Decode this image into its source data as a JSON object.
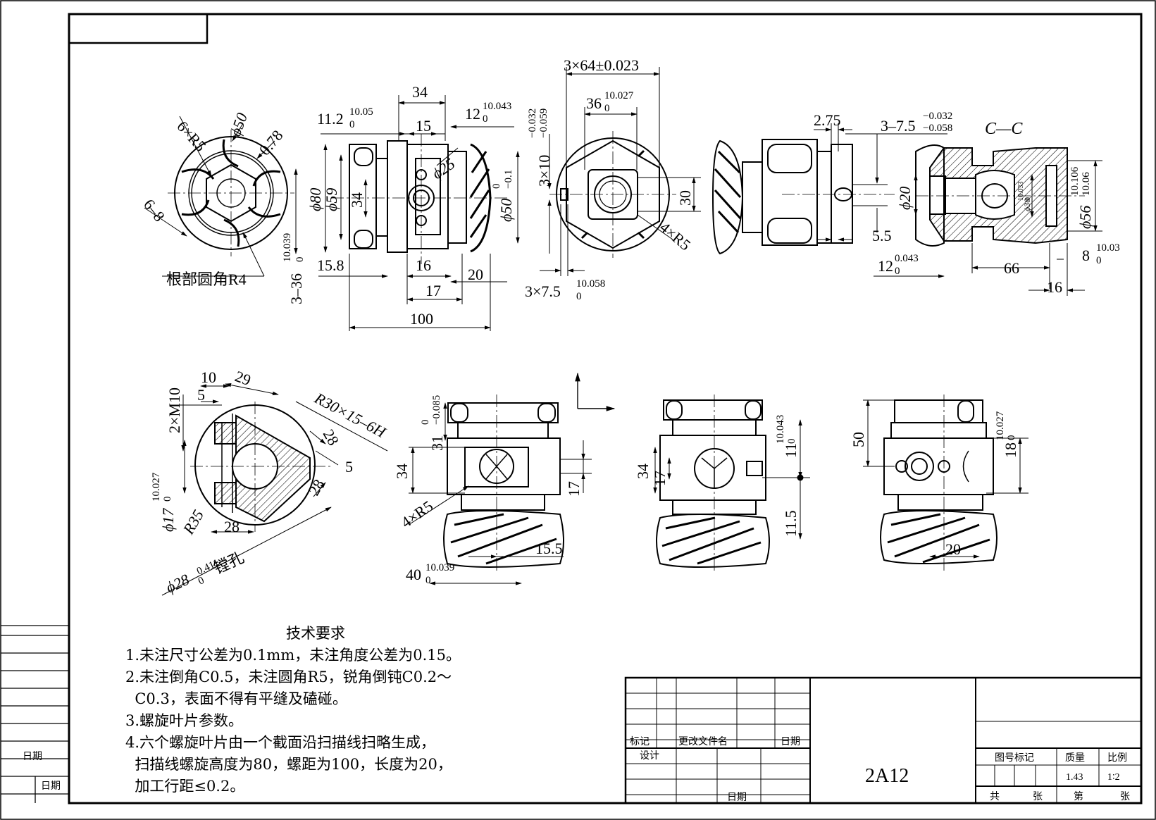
{
  "technical_requirements": {
    "title": "技术要求",
    "lines": [
      "1.未注尺寸公差为0.1mm，未注角度公差为0.15。",
      "2.未注倒角C0.5，未注圆角R5，锐角倒钝C0.2～",
      "  C0.3，表面不得有平缝及磕碰。",
      "3.螺旋叶片参数。",
      "4.六个螺旋叶片由一个截面沿扫描线扫略生成，",
      "  扫描线螺旋高度为80，螺距为100，长度为20，",
      "  加工行距≤0.2。"
    ]
  },
  "title_block": {
    "col_mark": "标记",
    "col_change_doc": "更改文件名",
    "col_date": "日期",
    "row_design": "设计",
    "row_date_bottom": "日期",
    "material": "2A12",
    "drawing_mark": "图号标记",
    "mass_label": "质量",
    "scale_label": "比例",
    "mass_value": "1.43",
    "scale_value": "1∶2",
    "total": "共",
    "sheets_a": "张",
    "sheet_no": "第",
    "sheets_b": "张"
  },
  "left_margin": {
    "date_1": "日期",
    "date_2": "日期"
  },
  "section_label": "C—C",
  "dims": {
    "v1": [
      "6×R5",
      "ϕ50",
      "0.78",
      "6–8",
      "根部圆角R4",
      "3–36",
      "10.039",
      "0"
    ],
    "v2": [
      "34",
      "11.2",
      "10.05",
      "0",
      "15",
      "12",
      "10.043",
      "0",
      "ϕ25",
      "ϕ80",
      "ϕ59",
      "34",
      "15.8",
      "16",
      "17",
      "20",
      "100",
      "ϕ50",
      "0",
      "−0.1"
    ],
    "v3": [
      "3×64±0.023",
      "36",
      "10.027",
      "0",
      "3×10",
      "−0.032",
      "−0.059",
      "30",
      "4×R5",
      "3×7.5",
      "10.058",
      "0"
    ],
    "v4": [
      "2.75",
      "3–7.5",
      "−0.032",
      "−0.058",
      "5.5"
    ],
    "v5": [
      "ϕ20",
      "ϕ56",
      "10.106",
      "10.06",
      "12",
      "0.043",
      "0",
      "66",
      "8",
      "10.03",
      "0",
      "16",
      "ϕ30",
      "10.033",
      "0"
    ],
    "v6": [
      "10",
      "5",
      "29",
      "R30×15–6H",
      "2×M10",
      "28",
      "28",
      "5",
      "ϕ17",
      "10.027",
      "0",
      "R35",
      "28",
      "ϕ28",
      "0.411",
      "0",
      "镗孔"
    ],
    "v7": [
      "31",
      "0",
      "−0.085",
      "34",
      "17",
      "4×R5",
      "15.5",
      "40",
      "10.039",
      "0"
    ],
    "v8": [
      "34",
      "17",
      "11",
      "10.043",
      "0",
      "11.5"
    ],
    "v9": [
      "50",
      "18",
      "10.027",
      "0",
      "20"
    ]
  }
}
